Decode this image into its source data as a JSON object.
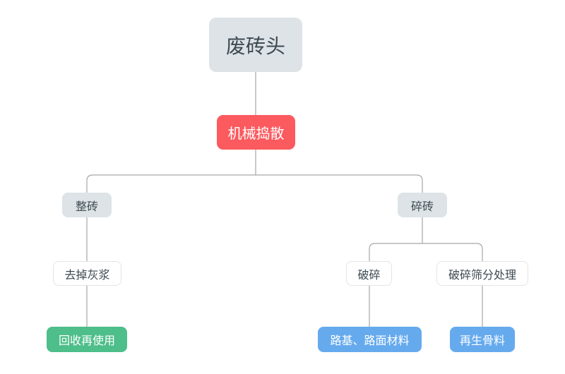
{
  "flowchart": {
    "nodes": {
      "root": {
        "label": "废砖头"
      },
      "process": {
        "label": "机械捣散"
      },
      "whole_brick": {
        "label": "整砖"
      },
      "broken_brick": {
        "label": "碎砖"
      },
      "remove_mortar": {
        "label": "去掉灰浆"
      },
      "crush": {
        "label": "破碎"
      },
      "crush_screen": {
        "label": "破碎筛分处理"
      },
      "reuse": {
        "label": "回收再使用"
      },
      "road_material": {
        "label": "路基、路面材料"
      },
      "recycled_aggregate": {
        "label": "再生骨料"
      }
    },
    "colors": {
      "red": "#fb5a5f",
      "green": "#4ebe8b",
      "blue": "#66aaee",
      "gray_box": "#dde3e6",
      "line": "#a6a6a6",
      "text_dark": "#3d4a52",
      "outline_border": "#e4e4e4"
    }
  }
}
